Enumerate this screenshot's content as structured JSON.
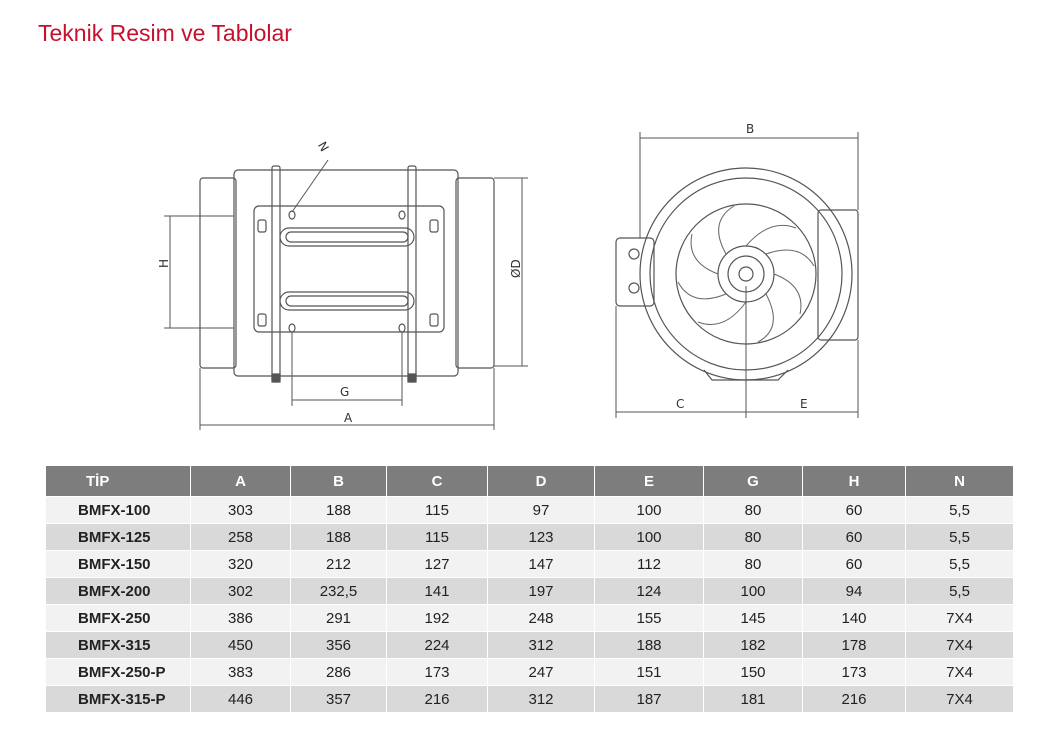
{
  "page": {
    "title": "Teknik Resim ve Tablolar"
  },
  "drawings": {
    "side_view": {
      "labels": {
        "n": "N",
        "h": "H",
        "d": "ØD",
        "g": "G",
        "a": "A"
      }
    },
    "front_view": {
      "labels": {
        "b": "B",
        "c": "C",
        "e": "E"
      }
    }
  },
  "table": {
    "headers": [
      "TİP",
      "A",
      "B",
      "C",
      "D",
      "E",
      "G",
      "H",
      "N"
    ],
    "rows": [
      [
        "BMFX-100",
        "303",
        "188",
        "115",
        "97",
        "100",
        "80",
        "60",
        "5,5"
      ],
      [
        "BMFX-125",
        "258",
        "188",
        "115",
        "123",
        "100",
        "80",
        "60",
        "5,5"
      ],
      [
        "BMFX-150",
        "320",
        "212",
        "127",
        "147",
        "112",
        "80",
        "60",
        "5,5"
      ],
      [
        "BMFX-200",
        "302",
        "232,5",
        "141",
        "197",
        "124",
        "100",
        "94",
        "5,5"
      ],
      [
        "BMFX-250",
        "386",
        "291",
        "192",
        "248",
        "155",
        "145",
        "140",
        "7X4"
      ],
      [
        "BMFX-315",
        "450",
        "356",
        "224",
        "312",
        "188",
        "182",
        "178",
        "7X4"
      ],
      [
        "BMFX-250-P",
        "383",
        "286",
        "173",
        "247",
        "151",
        "150",
        "173",
        "7X4"
      ],
      [
        "BMFX-315-P",
        "446",
        "357",
        "216",
        "312",
        "187",
        "181",
        "216",
        "7X4"
      ]
    ]
  },
  "colors": {
    "title": "#c8102e",
    "header_bg": "#7d7d7d",
    "row_light": "#f2f2f2",
    "row_dark": "#d9d9d9"
  }
}
